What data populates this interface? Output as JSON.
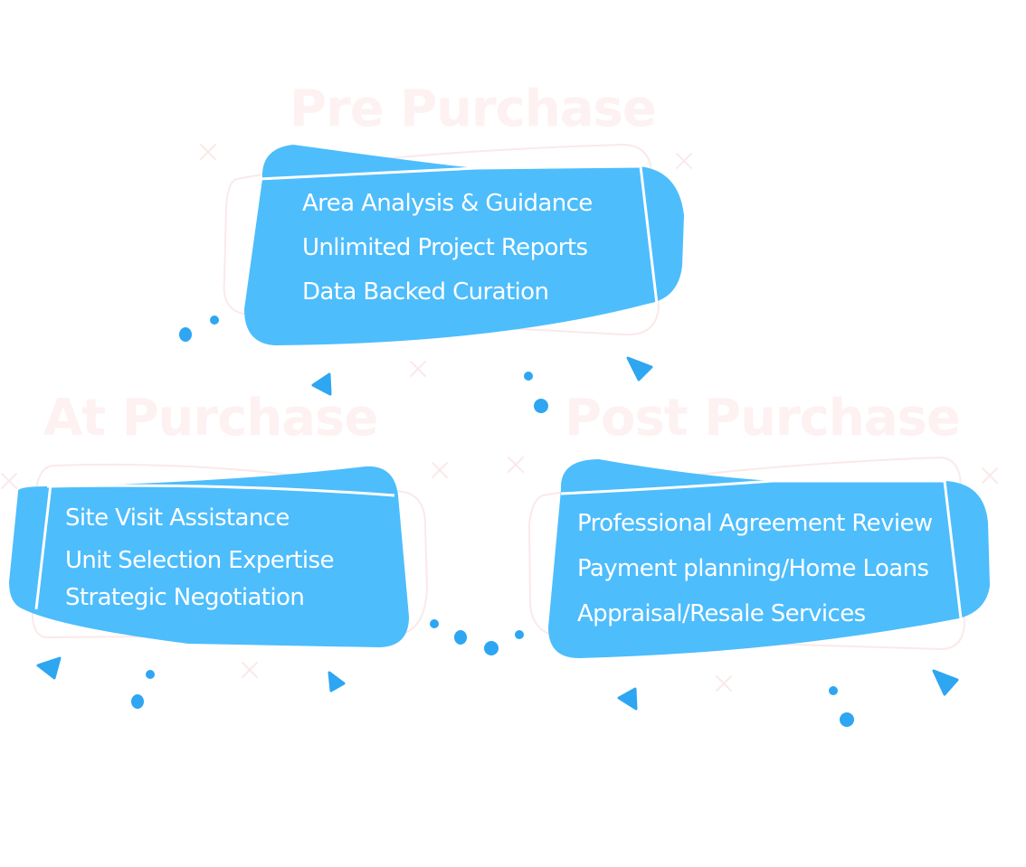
{
  "colors": {
    "card_fill": "#4dbdfc",
    "card_line": "#ffffff",
    "heading_text": "#fdf1f1",
    "outline": "#fbe9e9",
    "accent": "#2ea6f2"
  },
  "stages": [
    {
      "id": "pre-purchase",
      "title": "Pre Purchase",
      "items": [
        "Area Analysis & Guidance",
        "Unlimited Project Reports",
        "Data Backed Curation"
      ]
    },
    {
      "id": "at-purchase",
      "title": "At Purchase",
      "items": [
        "Site Visit Assistance",
        "Unit Selection Expertise",
        "Strategic Negotiation"
      ]
    },
    {
      "id": "post-purchase",
      "title": "Post Purchase",
      "items": [
        "Professional Agreement Review",
        "Payment planning/Home Loans",
        "Appraisal/Resale Services"
      ]
    }
  ]
}
